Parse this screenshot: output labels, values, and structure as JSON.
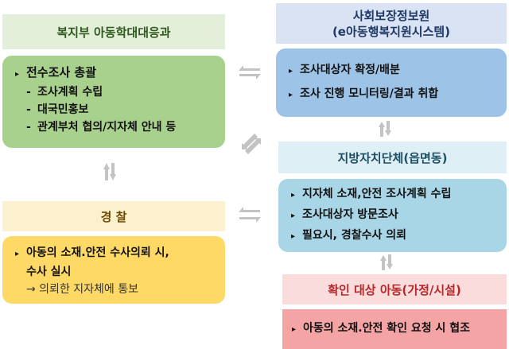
{
  "moh": {
    "title": "복지부 아동학대대응과",
    "items": [
      {
        "marker": "▸",
        "text": "전수조사 총괄"
      },
      {
        "marker": "-",
        "text": "조사계획 수립"
      },
      {
        "marker": "-",
        "text": "대국민홍보"
      },
      {
        "marker": "-",
        "text": "관계부처 협의/지자체 안내 등"
      }
    ]
  },
  "ssis": {
    "title_line1": "사회보장정보원",
    "title_line2": "(e아동행복지원시스템)",
    "items": [
      {
        "marker": "▸",
        "text": "조사대상자 확정/배분"
      },
      {
        "marker": "▸",
        "text": "조사 진행 모니터링/결과 취합"
      }
    ]
  },
  "local": {
    "title": "지방자치단체(읍면동)",
    "items": [
      {
        "marker": "▸",
        "text": "지자체 소재,안전 조사계획 수립"
      },
      {
        "marker": "▸",
        "text": "조사대상자 방문조사"
      },
      {
        "marker": "▸",
        "text": "필요시, 경찰수사 의뢰"
      }
    ]
  },
  "police": {
    "title": "경 찰",
    "items": [
      {
        "marker": "▸",
        "text": "아동의 소재.안전 수사의뢰 시,"
      },
      {
        "text": "수사 실시"
      },
      {
        "text": "→ 의뢰한 지자체에 통보"
      }
    ]
  },
  "target": {
    "title": "확인 대상 아동(가정/시설)",
    "items": [
      {
        "marker": "▸",
        "text": "아동의 소재.안전 확인 요청 시 협조"
      }
    ]
  },
  "colors": {
    "arrow": "#c3c3c3",
    "green_header": "#e3efd8",
    "green_body": "#a9d18e",
    "blue_header": "#dae3f3",
    "blue_body": "#9dc3e6",
    "teal_header": "#deeff6",
    "teal_body": "#a8d6e6",
    "yellow_header": "#fdf0cf",
    "yellow_body": "#ffd966",
    "pink_header": "#fbdcdc",
    "pink_body": "#f4a4a4"
  }
}
